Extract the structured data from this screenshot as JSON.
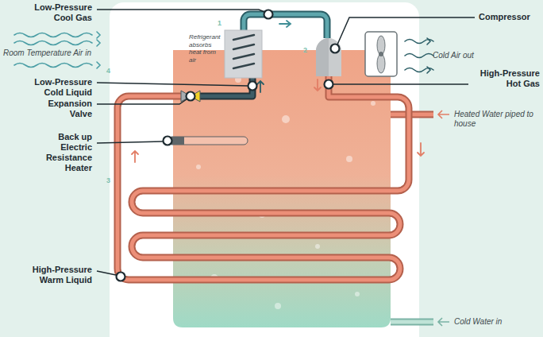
{
  "diagram": {
    "labels": [
      "Low-Pressure Cool Gas",
      "Compressor",
      "Room Temperature Air in",
      "Refrigerant absorbs heat from air",
      "1",
      "2",
      "Cold Air out",
      "Low-Pressure Cold Liquid",
      "High-Pressure Hot Gas",
      "4",
      "Expansion Valve",
      "Heated Water piped to house",
      "Back up Electric Resistance Heater",
      "3",
      "High-Pressure Warm Liquid",
      "Cold Water in"
    ]
  }
}
